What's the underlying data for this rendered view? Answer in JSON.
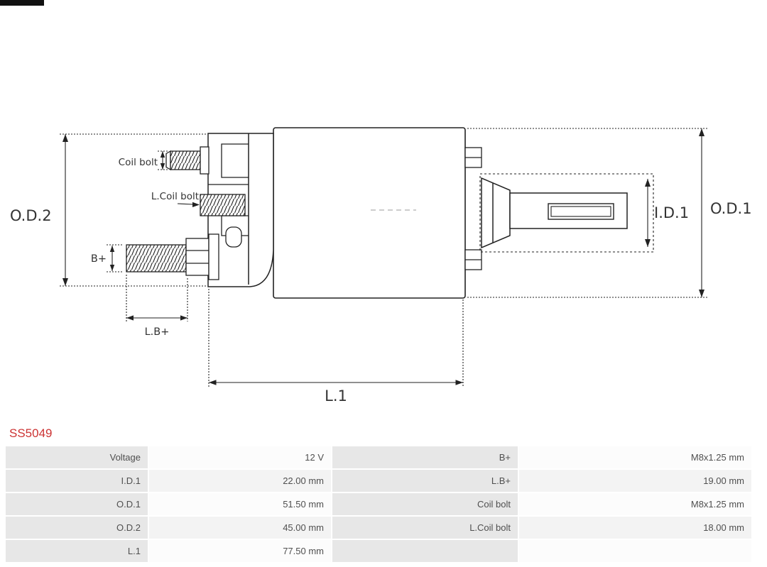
{
  "part_number": "SS5049",
  "diagram": {
    "labels": {
      "od2": "O.D.2",
      "od1": "O.D.1",
      "id1": "I.D.1",
      "coil_bolt": "Coil bolt",
      "l_coil_bolt": "L.Coil bolt",
      "b_plus": "B+",
      "l_b_plus": "L.B+",
      "l1": "L.1"
    }
  },
  "table": {
    "rows": [
      {
        "c1": "Voltage",
        "c2": "12 V",
        "c3": "B+",
        "c4": "M8x1.25 mm"
      },
      {
        "c1": "I.D.1",
        "c2": "22.00 mm",
        "c3": "L.B+",
        "c4": "19.00 mm"
      },
      {
        "c1": "O.D.1",
        "c2": "51.50 mm",
        "c3": "Coil bolt",
        "c4": "M8x1.25 mm"
      },
      {
        "c1": "O.D.2",
        "c2": "45.00 mm",
        "c3": "L.Coil bolt",
        "c4": "18.00 mm"
      },
      {
        "c1": "L.1",
        "c2": "77.50 mm",
        "c3": "",
        "c4": ""
      }
    ]
  },
  "colors": {
    "part_number": "#cc3333",
    "drawing_line": "#222222",
    "table_label_bg": "#e7e7e7",
    "table_value_bg_odd": "#fcfcfc",
    "table_value_bg_even": "#f3f3f3",
    "table_text": "#4f4f4f"
  }
}
